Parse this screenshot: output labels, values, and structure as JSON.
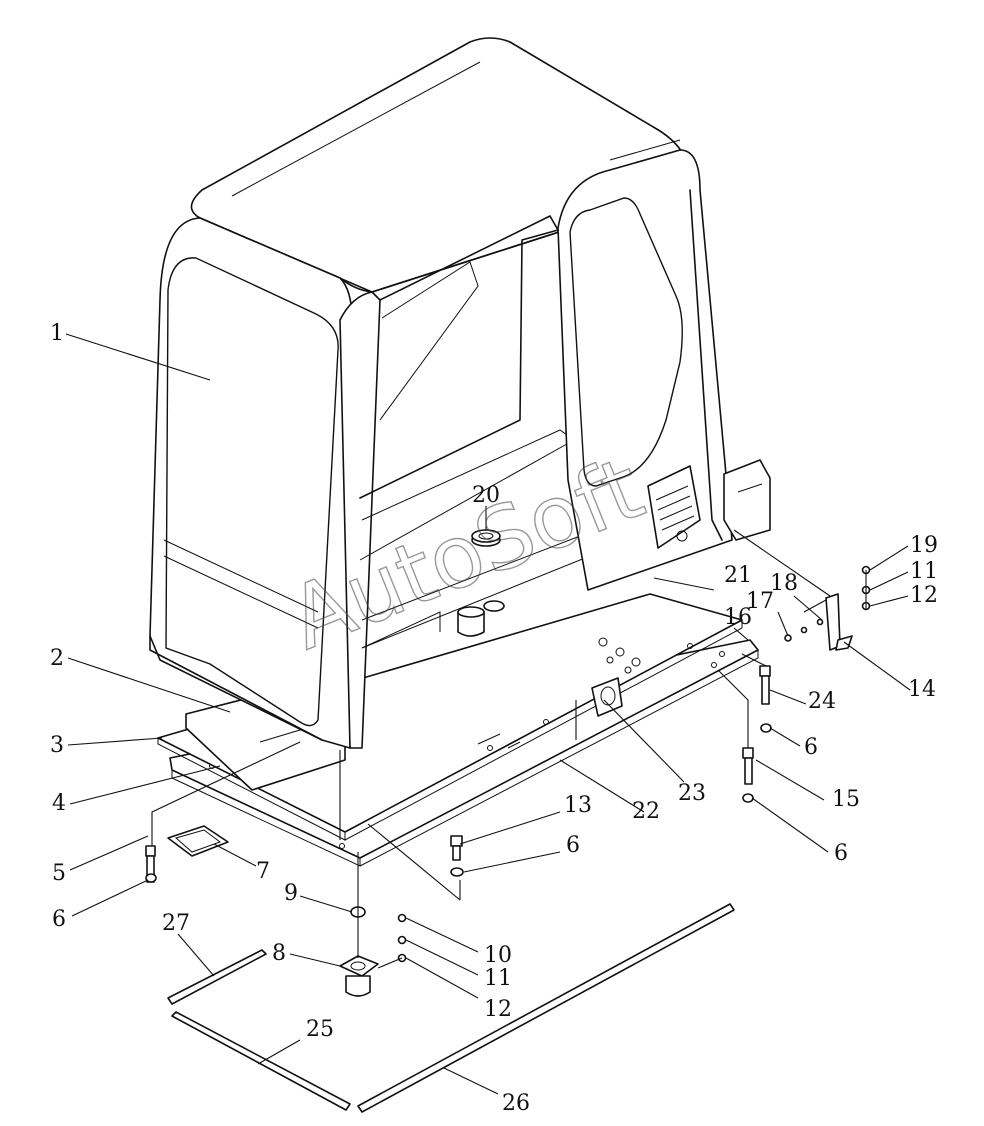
{
  "watermark": "AutoSoft",
  "callouts": [
    {
      "id": "c1",
      "label": "1"
    },
    {
      "id": "c2",
      "label": "2"
    },
    {
      "id": "c3",
      "label": "3"
    },
    {
      "id": "c4",
      "label": "4"
    },
    {
      "id": "c5",
      "label": "5"
    },
    {
      "id": "c6a",
      "label": "6"
    },
    {
      "id": "c7",
      "label": "7"
    },
    {
      "id": "c8",
      "label": "8"
    },
    {
      "id": "c9",
      "label": "9"
    },
    {
      "id": "c10",
      "label": "10"
    },
    {
      "id": "c11a",
      "label": "11"
    },
    {
      "id": "c12a",
      "label": "12"
    },
    {
      "id": "c13",
      "label": "13"
    },
    {
      "id": "c6b",
      "label": "6"
    },
    {
      "id": "c22",
      "label": "22"
    },
    {
      "id": "c23",
      "label": "23"
    },
    {
      "id": "c15",
      "label": "15"
    },
    {
      "id": "c6c",
      "label": "6"
    },
    {
      "id": "c24",
      "label": "24"
    },
    {
      "id": "c6d",
      "label": "6"
    },
    {
      "id": "c14",
      "label": "14"
    },
    {
      "id": "c16",
      "label": "16"
    },
    {
      "id": "c17",
      "label": "17"
    },
    {
      "id": "c18",
      "label": "18"
    },
    {
      "id": "c21",
      "label": "21"
    },
    {
      "id": "c19",
      "label": "19"
    },
    {
      "id": "c11b",
      "label": "11"
    },
    {
      "id": "c12b",
      "label": "12"
    },
    {
      "id": "c20",
      "label": "20"
    },
    {
      "id": "c27",
      "label": "27"
    },
    {
      "id": "c25",
      "label": "25"
    },
    {
      "id": "c26",
      "label": "26"
    }
  ]
}
